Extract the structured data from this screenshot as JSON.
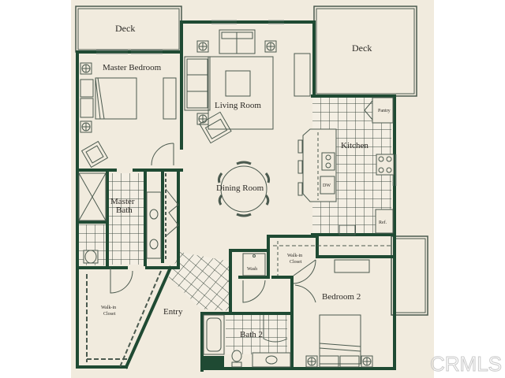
{
  "floor_plan": {
    "rooms": {
      "deck_left": "Deck",
      "deck_right": "Deck",
      "master_bedroom": "Master Bedroom",
      "living_room": "Living Room",
      "kitchen": "Kitchen",
      "pantry": "Pantry",
      "dining_room": "Dining Room",
      "master_bath_line1": "Master",
      "master_bath_line2": "Bath",
      "dw": "DW",
      "ref": "Ref.",
      "wash": "Wash",
      "walkin_closet_2_line1": "Walk-in",
      "walkin_closet_2_line2": "Closet",
      "walkin_closet_1_line1": "Walk-in",
      "walkin_closet_1_line2": "Closet",
      "entry": "Entry",
      "bedroom_2": "Bedroom 2",
      "bath_2": "Bath 2"
    },
    "colors": {
      "wall": "#1f4a33",
      "fixture": "#4b5a4f",
      "paper": "#f1ebde",
      "margin": "#ffffff"
    }
  },
  "watermark": "CRMLS"
}
